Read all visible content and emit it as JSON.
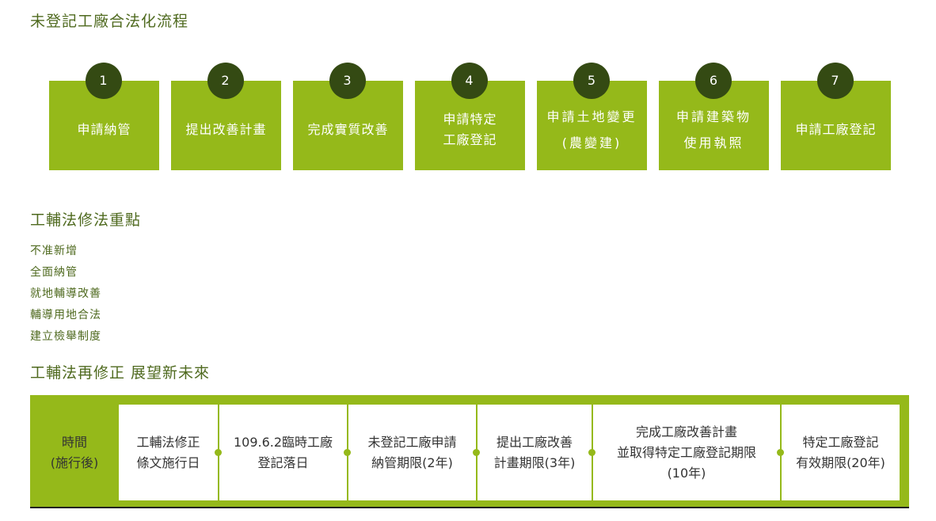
{
  "title": "未登記工廠合法化流程",
  "steps": [
    {
      "num": "1",
      "label": "申請納管"
    },
    {
      "num": "2",
      "label": "提出改善計畫"
    },
    {
      "num": "3",
      "label": "完成實質改善"
    },
    {
      "num": "4",
      "label": "申請特定\n工廠登記"
    },
    {
      "num": "5",
      "label": "申請土地變更\n(農變建)"
    },
    {
      "num": "6",
      "label": "申請建築物\n使用執照"
    },
    {
      "num": "7",
      "label": "申請工廠登記"
    }
  ],
  "section2": "工輔法修法重點",
  "points": [
    "不准新增",
    "全面納管",
    "就地輔導改善",
    "輔導用地合法",
    "建立檢舉制度"
  ],
  "section3": "工輔法再修正 展望新未來",
  "timeline": {
    "header": "時間\n(施行後)",
    "cells": [
      "工輔法修正\n條文施行日",
      "109.6.2臨時工廠\n登記落日",
      "未登記工廠申請\n納管期限(2年)",
      "提出工廠改善\n計畫期限(3年)",
      "完成工廠改善計畫\n並取得特定工廠登記期限\n(10年)",
      "特定工廠登記\n有效期限(20年)"
    ]
  },
  "colors": {
    "green": "#95b91a",
    "dark": "#344a13",
    "heading": "#4f6a1f"
  }
}
